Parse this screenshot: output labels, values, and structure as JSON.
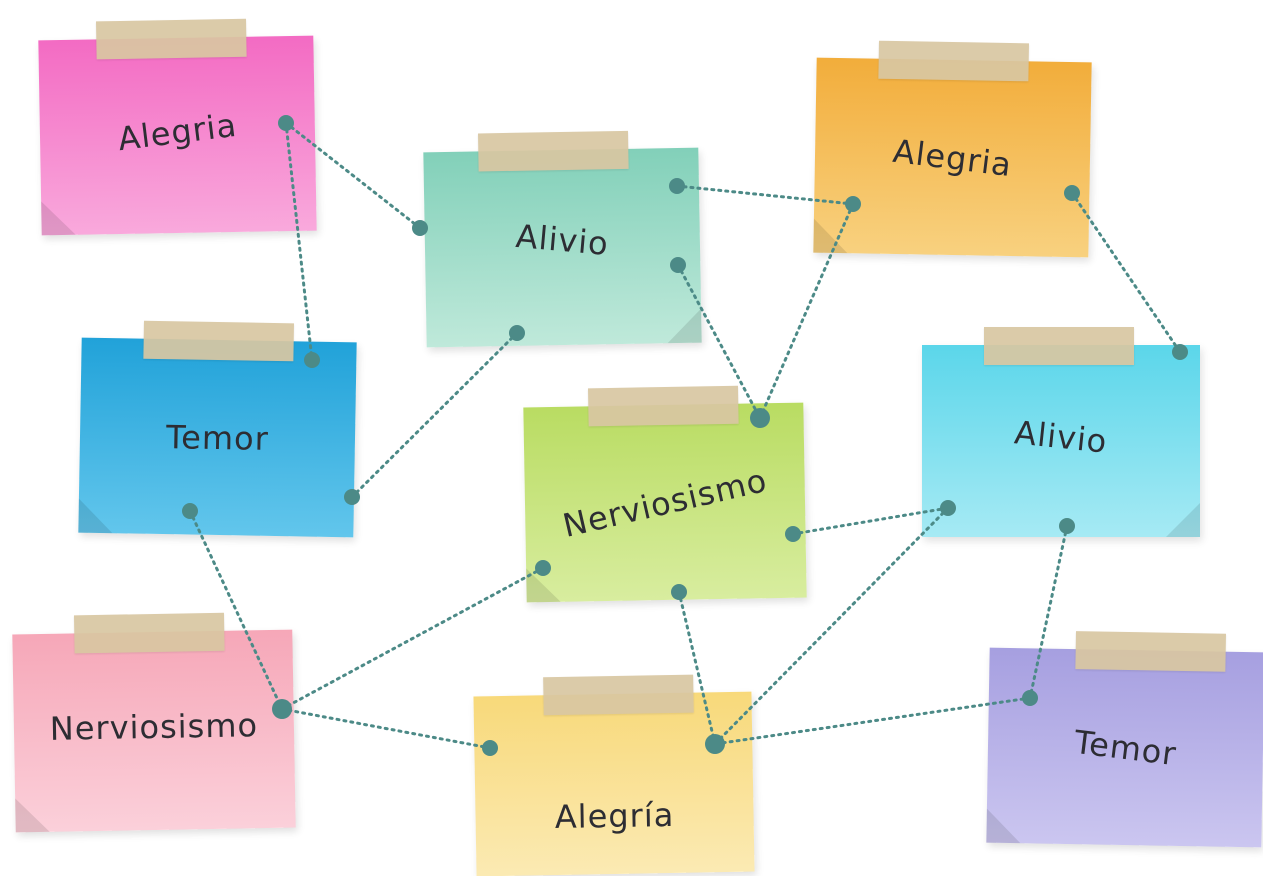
{
  "notes": [
    {
      "id": "pink",
      "label": "Alegria",
      "color": "#f57fcb"
    },
    {
      "id": "teal",
      "label": "Alivio",
      "color": "#99d9c6"
    },
    {
      "id": "orange",
      "label": "Alegria",
      "color": "#f5bd55"
    },
    {
      "id": "blue",
      "label": "Temor",
      "color": "#33ade0"
    },
    {
      "id": "green",
      "label": "Nerviosismo",
      "color": "#c4e27a"
    },
    {
      "id": "cyan",
      "label": "Alivio",
      "color": "#6fdcec"
    },
    {
      "id": "lightpink",
      "label": "Nerviosismo",
      "color": "#f8b8c6"
    },
    {
      "id": "yellow",
      "label": "Alegría",
      "color": "#f9e08e"
    },
    {
      "id": "purple",
      "label": "Temor",
      "color": "#b4aee6"
    }
  ],
  "colors": {
    "tape": "#d9c7a2",
    "connector": "#4c8a87",
    "text": "#2d2d33"
  }
}
